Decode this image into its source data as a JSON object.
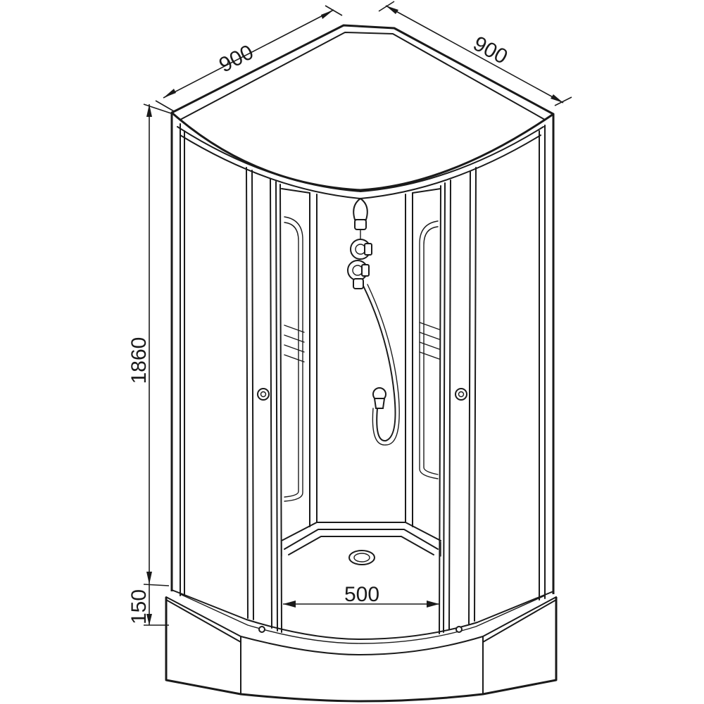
{
  "dimensions": {
    "width_left": "900",
    "width_right": "900",
    "height_cabin": "1860",
    "height_tray": "150",
    "door_opening": "500"
  }
}
